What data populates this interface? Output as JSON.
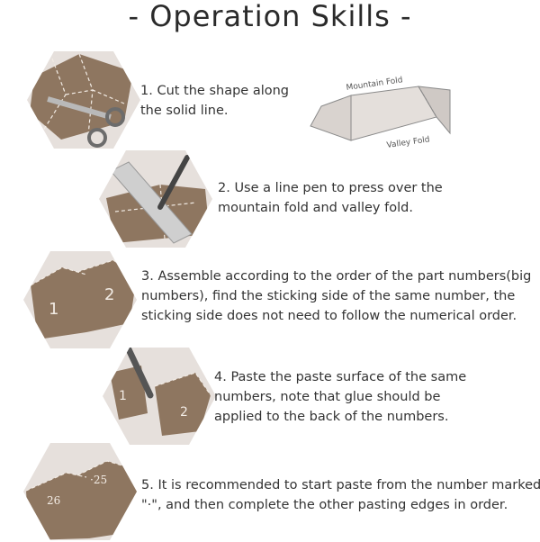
{
  "title": "- Operation Skills -",
  "fold_labels": {
    "mountain": "Mountain Fold",
    "valley": "Valley Fold"
  },
  "steps": [
    {
      "lines": [
        "1. Cut the shape along",
        "the solid line."
      ]
    },
    {
      "lines": [
        "2. Use a line pen to press over the",
        "mountain fold and valley fold."
      ]
    },
    {
      "lines": [
        "3. Assemble according to the order of the part numbers(big",
        "numbers), find the sticking side of the same number, the",
        "sticking side does not need to follow the numerical order."
      ]
    },
    {
      "lines": [
        "4. Paste the paste surface of the same",
        "numbers, note that glue should be",
        "applied to the back of the numbers."
      ]
    },
    {
      "lines": [
        "5. It is recommended to start paste from the number marked",
        "\"·\", and then complete the other pasting edges in order."
      ]
    }
  ],
  "piece_numbers": {
    "step3_left": "1",
    "step3_right": "2",
    "step4_left": "1",
    "step4_right": "2",
    "step5_left": "26",
    "step5_right": "·25"
  },
  "colors": {
    "hex_bg": "#e6e0dc",
    "kraft": "#8e7660",
    "kraft_dark": "#7a6350",
    "text": "#333333"
  }
}
